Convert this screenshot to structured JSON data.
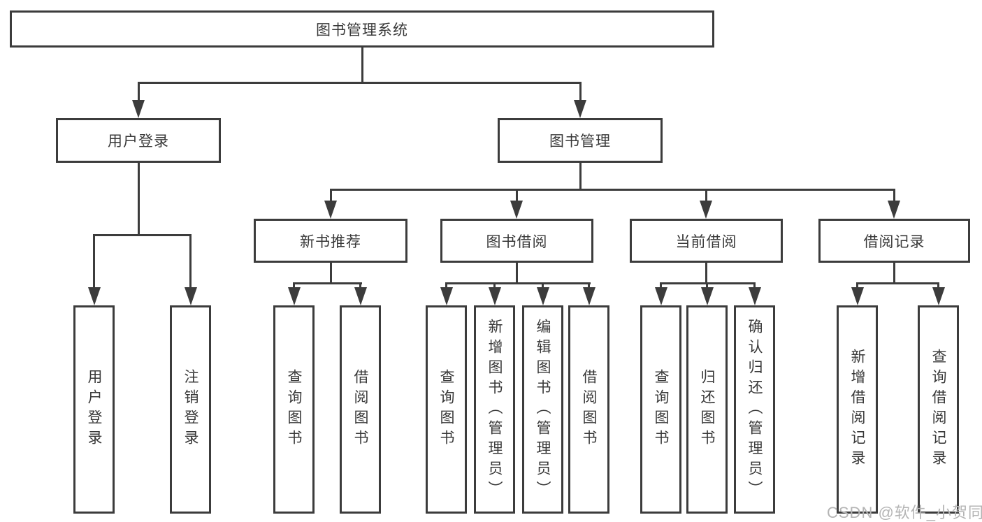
{
  "tree": {
    "root": {
      "label": "图书管理系统"
    },
    "branches": [
      {
        "label": "用户登录",
        "children": [
          {
            "label": "用户登录"
          },
          {
            "label": "注销登录"
          }
        ]
      },
      {
        "label": "图书管理",
        "children": [
          {
            "label": "新书推荐",
            "children": [
              {
                "label": "查询图书"
              },
              {
                "label": "借阅图书"
              }
            ]
          },
          {
            "label": "图书借阅",
            "children": [
              {
                "label": "查询图书"
              },
              {
                "label": "新增图书（管理员）"
              },
              {
                "label": "编辑图书（管理员）"
              },
              {
                "label": "借阅图书"
              }
            ]
          },
          {
            "label": "当前借阅",
            "children": [
              {
                "label": "查询图书"
              },
              {
                "label": "归还图书"
              },
              {
                "label": "确认归还（管理员）"
              }
            ]
          },
          {
            "label": "借阅记录",
            "children": [
              {
                "label": "新增借阅记录"
              },
              {
                "label": "查询借阅记录"
              }
            ]
          }
        ]
      }
    ]
  },
  "watermark": "CSDN @软件_小贺同学",
  "colors": {
    "line": "#3c3c3c",
    "text": "#383838",
    "box_bg": "#ffffff",
    "watermark": "#b4b4b4"
  }
}
